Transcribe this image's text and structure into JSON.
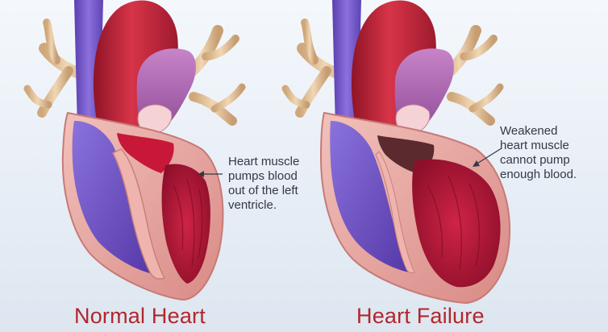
{
  "panels": [
    {
      "id": "normal",
      "caption": "Normal Heart",
      "annotation": "Heart muscle\npumps blood\nout of the left\nventricle."
    },
    {
      "id": "failure",
      "caption": "Heart Failure",
      "annotation": "Weakened\nheart muscle\ncannot pump\nenough blood."
    }
  ],
  "colors": {
    "background": "#eef3f8",
    "caption_text": "#b2262c",
    "annotation_text": "#333842",
    "aorta": "#c8283c",
    "vena_cava": "#7a5cc8",
    "pulmonary_artery": "#a45aa8",
    "pulmonary_vessels": "#e2c39a",
    "myocardium": "#e8a6a0",
    "left_ventricle": "#b51837",
    "right_ventricle": "#6e55c6"
  }
}
